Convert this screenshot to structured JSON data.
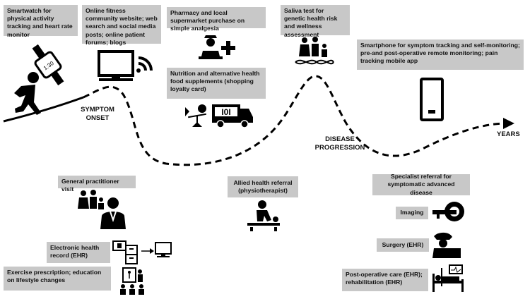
{
  "boxes": {
    "smartwatch": "Smartwatch for physical activity tracking and heart rate monitor",
    "online_fitness": "Online fitness community website; web search and social media posts; online patient forums; blogs",
    "pharmacy": "Pharmacy and local supermarket purchase on simple analgesia",
    "nutrition": "Nutrition and alternative health food supplements (shopping loyalty card)",
    "saliva": "Saliva test for genetic health risk and wellness assessment",
    "smartphone": "Smartphone for symptom tracking and self-monitoring; pre-and post-operative remote monitoring; pain tracking mobile app",
    "gp_visit": "General practitioner visit",
    "ehr": "Electronic health record (EHR)",
    "exercise": "Exercise prescription; education on lifestyle changes",
    "allied": "Allied health referral (physiotherapist)",
    "specialist": "Specialist referral for symptomatic advanced disease",
    "imaging": "Imaging",
    "surgery": "Surgery (EHR)",
    "postop": "Post-operative care (EHR); rehabilitation (EHR)"
  },
  "labels": {
    "symptom_onset_1": "SYMPTOM",
    "symptom_onset_2": "ONSET",
    "disease_progression_1": "DISEASE",
    "disease_progression_2": "PROGRESSION",
    "years": "YEARS",
    "watch_time": "1:30",
    "van_sign": "I0I"
  },
  "icons": [
    "running-person-icon",
    "smartwatch-icon",
    "computer-monitor-icon",
    "wifi-signal-icon",
    "pharmacist-icon",
    "medical-cross-icon",
    "nutrition-scale-icon",
    "food-truck-icon",
    "family-icon",
    "dna-icon",
    "smartphone-icon",
    "family-icon",
    "doctor-icon",
    "ehr-folder-icon",
    "file-cabinet-icon",
    "arrow-right-icon",
    "monitor-icon",
    "teacher-icon",
    "group-icon",
    "physiotherapy-icon",
    "mri-scanner-icon",
    "surgeon-icon",
    "hospital-bed-icon"
  ]
}
